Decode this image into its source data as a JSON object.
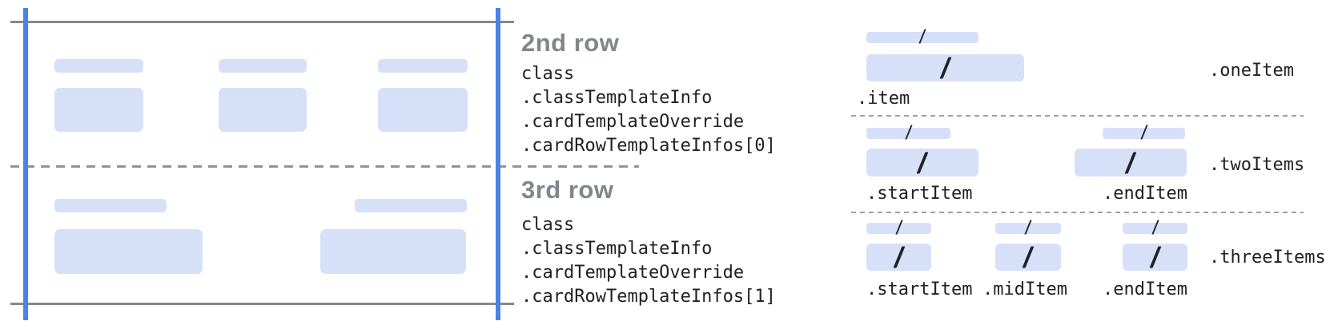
{
  "colors": {
    "bar_fill": "#d6e0f8",
    "guide_blue": "#4b82e8",
    "boundary_gray": "#84888c",
    "dash_gray": "#9aa0a6",
    "heading_gray": "#80868b",
    "code_text": "#202124"
  },
  "middle": {
    "row2": {
      "title": "2nd row",
      "code_lines": [
        "class",
        ".classTemplateInfo",
        ".cardTemplateOverride",
        ".cardRowTemplateInfos[0]"
      ]
    },
    "row3": {
      "title": "3rd row",
      "code_lines": [
        "class",
        ".classTemplateInfo",
        ".cardTemplateOverride",
        ".cardRowTemplateInfos[1]"
      ]
    }
  },
  "right": {
    "sections": [
      {
        "group_label": ".oneItem",
        "items": [
          {
            "label": ".item"
          }
        ]
      },
      {
        "group_label": ".twoItems",
        "items": [
          {
            "label": ".startItem"
          },
          {
            "label": ".endItem"
          }
        ]
      },
      {
        "group_label": ".threeItems",
        "items": [
          {
            "label": ".startItem"
          },
          {
            "label": ".midItem"
          },
          {
            "label": ".endItem"
          }
        ]
      }
    ]
  }
}
